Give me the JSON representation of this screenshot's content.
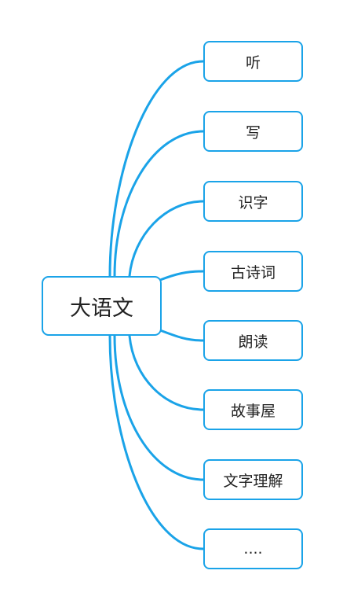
{
  "mindmap": {
    "root": {
      "label": "大语文"
    },
    "children": [
      {
        "label": "听"
      },
      {
        "label": "写"
      },
      {
        "label": "识字"
      },
      {
        "label": "古诗词"
      },
      {
        "label": "朗读"
      },
      {
        "label": "故事屋"
      },
      {
        "label": "文字理解"
      },
      {
        "label": "...."
      }
    ]
  },
  "colors": {
    "connector": "#1aa3e8",
    "node_border": "#1aa3e8",
    "text": "#222222"
  }
}
